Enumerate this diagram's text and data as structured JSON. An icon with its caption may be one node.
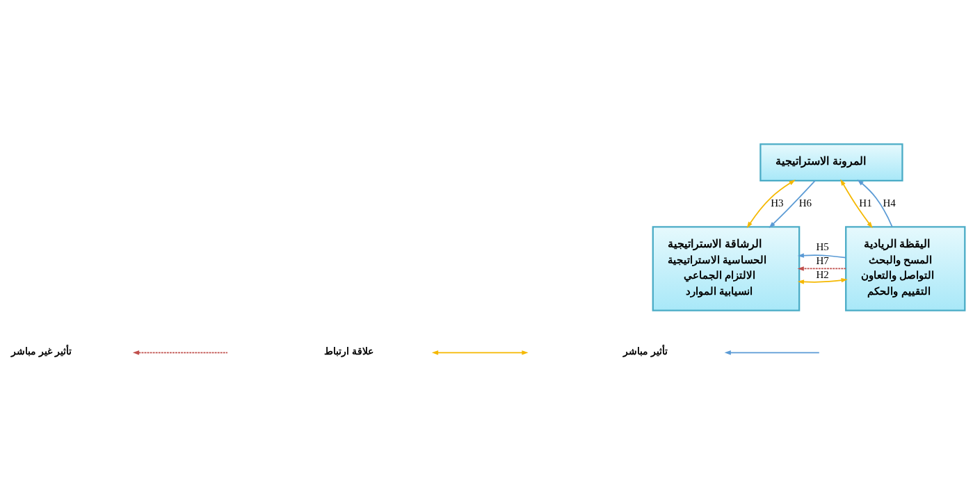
{
  "diagram": {
    "nodes": [
      {
        "text": [
          "المرونة الاستراتيجية"
        ]
      },
      {
        "text": [
          "الرشاقة الاستراتيجية",
          "الحساسية الاستراتيجية",
          "الالتزام الجماعي",
          "انسيابية الموارد"
        ]
      },
      {
        "text": [
          "اليقظة الريادية",
          "المسح والبحث",
          "التواصل والتعاون",
          "التقييم والحكم"
        ]
      }
    ],
    "edges": [
      {
        "from": 2,
        "to": 1,
        "arrow": "to",
        "label": "H7",
        "style": "dashed",
        "color": "#c0504d"
      },
      {
        "from": 0,
        "to": 2,
        "arrow": "both",
        "label": "H1",
        "color": "#f5b800"
      },
      {
        "from": 2,
        "to": 0,
        "arrow": "to",
        "label": "H4",
        "color": "#5b9bd5"
      },
      {
        "from": 0,
        "to": 1,
        "arrow": "both",
        "label": "H3",
        "color": "#f5b800"
      },
      {
        "from": 0,
        "to": 1,
        "arrow": "to",
        "label": "H6",
        "color": "#5b9bd5"
      },
      {
        "from": 1,
        "to": 2,
        "arrow": "both",
        "label": "H2",
        "color": "#f5b800"
      },
      {
        "from": 2,
        "to": 1,
        "arrow": "to",
        "label": "H5",
        "color": "#5b9bd5"
      }
    ],
    "legend": [
      {
        "text": "تأثير مباشر"
      },
      {
        "text": "علاقة ارتباط"
      },
      {
        "text": "تأثير غير مباشر"
      }
    ]
  }
}
